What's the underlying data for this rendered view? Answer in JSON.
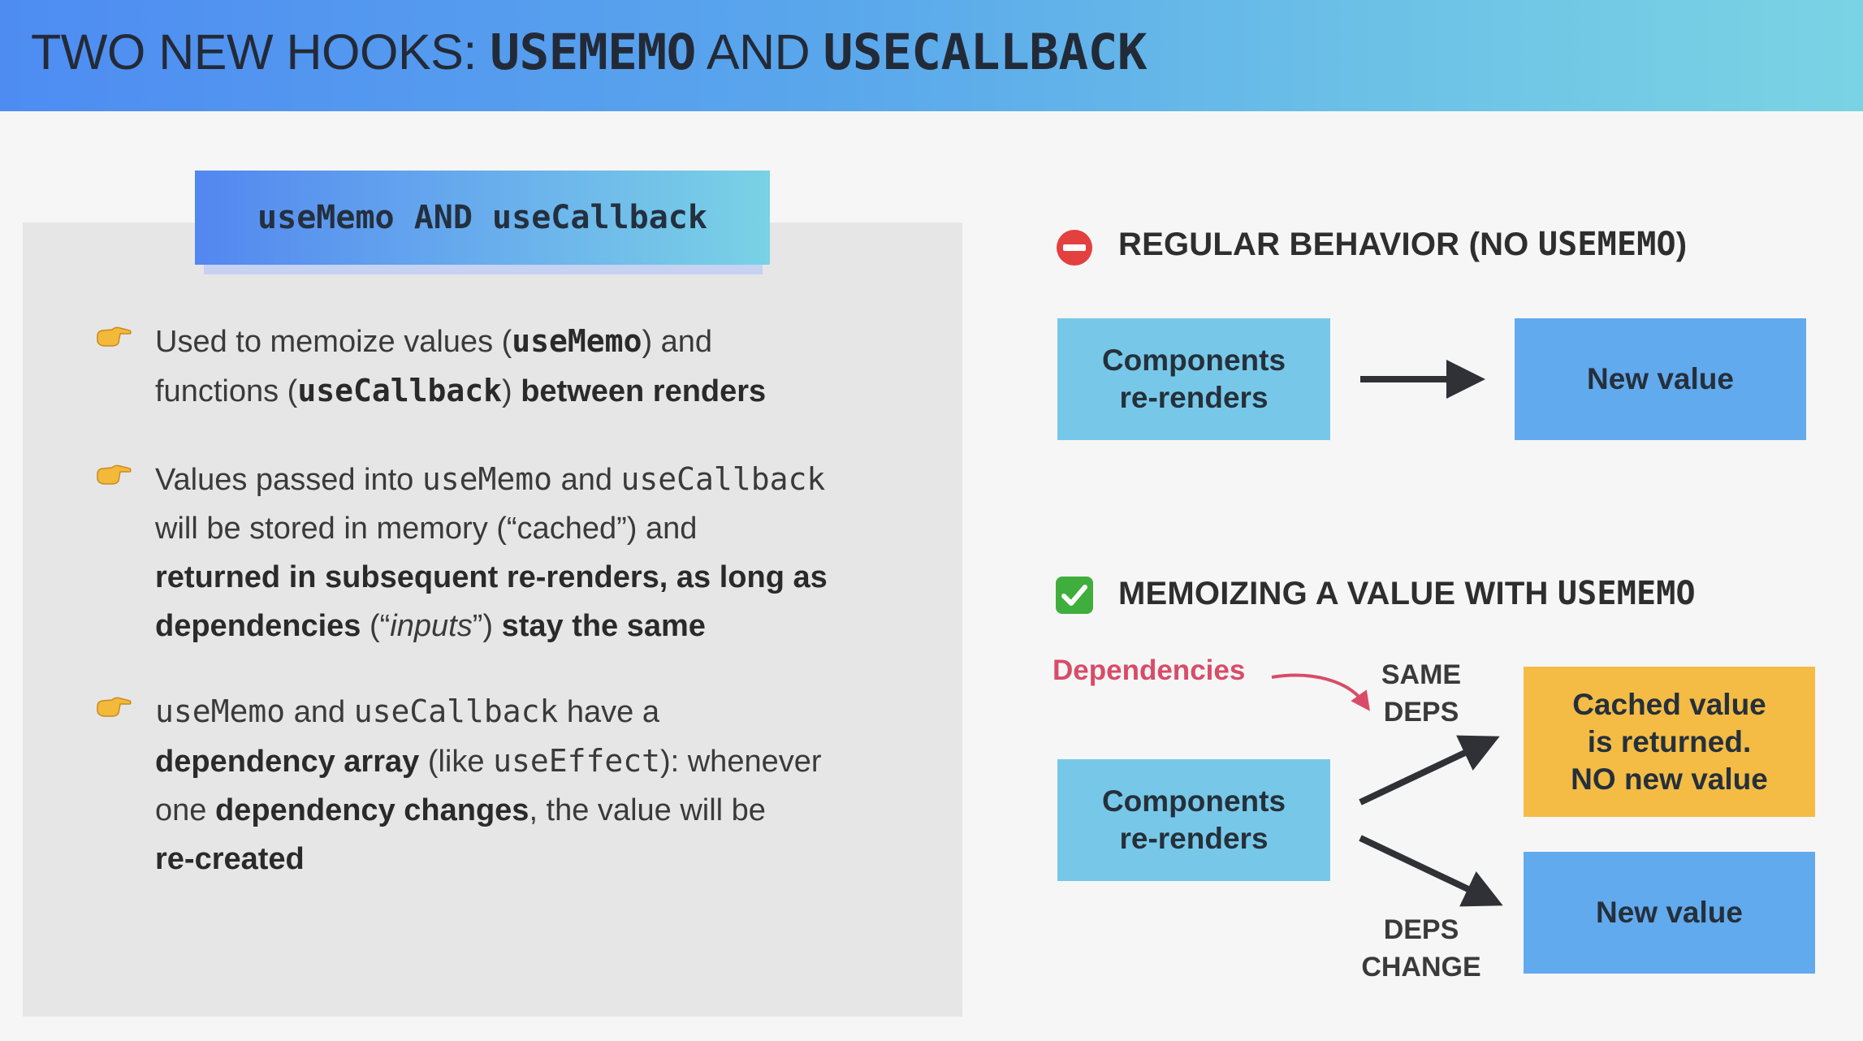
{
  "header": {
    "title_prefix": "TWO NEW HOOKS: ",
    "title_hook1": "USEMEMO",
    "title_and": " AND ",
    "title_hook2": "USECALLBACK"
  },
  "left_panel": {
    "tag": "useMemo AND useCallback",
    "bullets": [
      {
        "icon": "pointing-hand-icon",
        "parts": [
          "Used to memoize values (",
          "useMemo",
          ") and",
          "functions (",
          "useCallback",
          ")",
          " between renders"
        ]
      },
      {
        "icon": "pointing-hand-icon",
        "parts": [
          "Values passed into ",
          "useMemo",
          " and ",
          "useCallback",
          "will be stored in memory (“cached”) and",
          "returned in subsequent re-renders, as long as",
          "dependencies",
          " (“",
          "inputs",
          "”) ",
          "stay the same"
        ]
      },
      {
        "icon": "pointing-hand-icon",
        "parts": [
          "useMemo",
          " and ",
          "useCallback",
          " have a",
          "dependency array",
          " (like ",
          "useEffect",
          "): whenever",
          "one ",
          "dependency changes",
          ", the value will be",
          "re-created"
        ]
      }
    ]
  },
  "regular": {
    "icon": "no-entry-icon",
    "heading_prefix": "REGULAR BEHAVIOR (NO ",
    "heading_code": "USEMEMO",
    "heading_suffix": ")",
    "box_left": "Components re-renders",
    "box_right": "New value"
  },
  "memo": {
    "icon": "check-mark-icon",
    "heading_prefix": "MEMOIZING A VALUE WITH ",
    "heading_code": "USEMEMO",
    "dependencies_label": "Dependencies",
    "same_deps_label_1": "SAME",
    "same_deps_label_2": "DEPS",
    "deps_change_label_1": "DEPS",
    "deps_change_label_2": "CHANGE",
    "box_left": "Components re-renders",
    "box_cached_1": "Cached value",
    "box_cached_2": "is returned.",
    "box_cached_3": "NO new value",
    "box_new": "New value"
  },
  "colors": {
    "accent_red": "#d84c68",
    "box_light_blue": "#77c8e8",
    "box_blue": "#62aaee",
    "box_orange": "#f4bc44"
  }
}
